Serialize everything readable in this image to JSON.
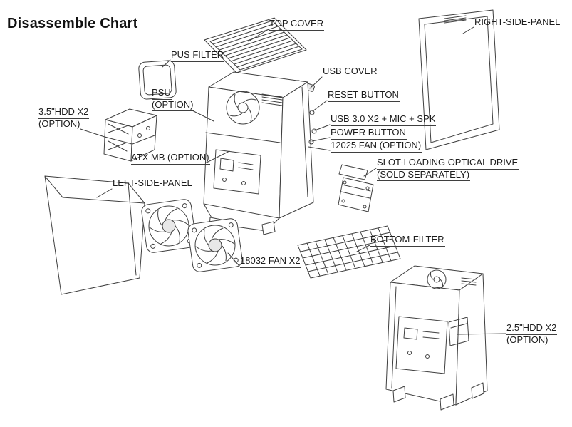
{
  "title": "Disassemble Chart",
  "colors": {
    "line": "#3f3f3f",
    "text": "#1c1c1c",
    "background": "#ffffff"
  },
  "labels": {
    "top_cover": {
      "lines": [
        "TOP COVER"
      ]
    },
    "right_panel": {
      "lines": [
        "RIGHT-SIDE-PANEL"
      ]
    },
    "pus_filter": {
      "lines": [
        "PUS FILTER"
      ]
    },
    "usb_cover": {
      "lines": [
        "USB COVER"
      ]
    },
    "reset_button": {
      "lines": [
        "RESET BUTTON"
      ]
    },
    "psu": {
      "lines": [
        "PSU",
        "(OPTION)"
      ]
    },
    "hdd35": {
      "lines": [
        "3.5\"HDD X2",
        "(OPTION)"
      ]
    },
    "usb30": {
      "lines": [
        "USB 3.0 X2 + MIC + SPK"
      ]
    },
    "power_button": {
      "lines": [
        "POWER BUTTON"
      ]
    },
    "fan12025": {
      "lines": [
        "12025 FAN (OPTION)"
      ]
    },
    "atx_mb": {
      "lines": [
        "ATX MB (OPTION)"
      ]
    },
    "optical": {
      "lines": [
        "SLOT-LOADING OPTICAL DRIVE",
        "(SOLD SEPARATELY)"
      ]
    },
    "left_panel": {
      "lines": [
        "LEFT-SIDE-PANEL"
      ]
    },
    "fan18032": {
      "lines": [
        "18032 FAN X2"
      ]
    },
    "bottom_filter": {
      "lines": [
        "BOTTOM-FILTER"
      ]
    },
    "hdd25": {
      "lines": [
        "2.5\"HDD X2",
        "(OPTION)"
      ]
    }
  }
}
